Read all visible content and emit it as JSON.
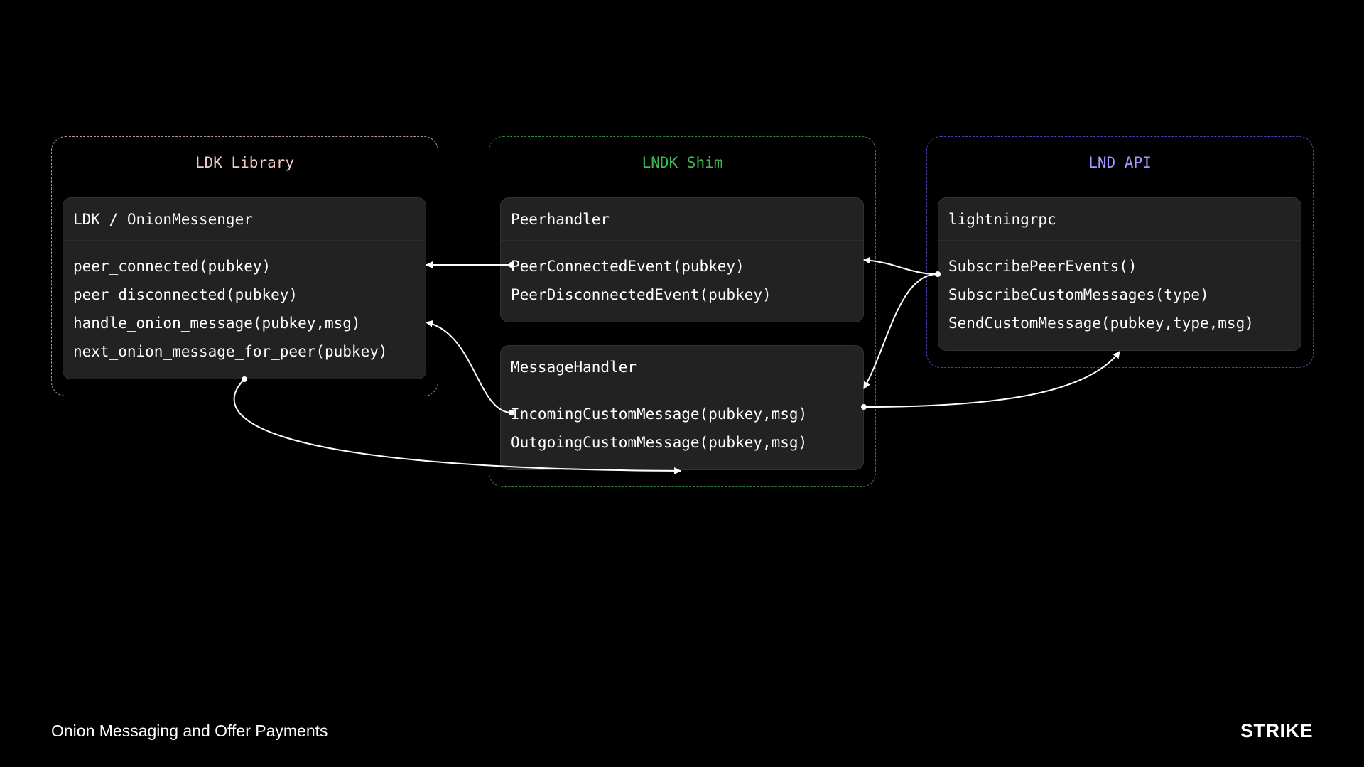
{
  "diagram": {
    "groups": {
      "ldk": {
        "title": "LDK Library",
        "border_color": "#b69a9a",
        "title_color": "#f3c9c9",
        "card": {
          "title": "LDK / OnionMessenger",
          "methods": [
            "peer_connected(pubkey)",
            "peer_disconnected(pubkey)",
            "handle_onion_message(pubkey,msg)",
            "next_onion_message_for_peer(pubkey)"
          ]
        }
      },
      "lndk": {
        "title": "LNDK Shim",
        "border_color": "#2f8a3f",
        "title_color": "#3fbb55",
        "peerhandler": {
          "title": "Peerhandler",
          "methods": [
            "PeerConnectedEvent(pubkey)",
            "PeerDisconnectedEvent(pubkey)"
          ]
        },
        "messagehandler": {
          "title": "MessageHandler",
          "methods": [
            "IncomingCustomMessage(pubkey,msg)",
            "OutgoingCustomMessage(pubkey,msg)"
          ]
        }
      },
      "lnd": {
        "title": "LND API",
        "border_color": "#4a43b8",
        "title_color": "#a39cff",
        "card": {
          "title": "lightningrpc",
          "methods": [
            "SubscribePeerEvents()",
            "SubscribeCustomMessages(type)",
            "SendCustomMessage(pubkey,type,msg)"
          ]
        }
      }
    },
    "connections": [
      {
        "from": "PeerConnectedEvent(pubkey)",
        "to": "LDK / OnionMessenger"
      },
      {
        "from": "IncomingCustomMessage(pubkey,msg)",
        "to": "handle_onion_message(pubkey,msg)"
      },
      {
        "from": "next_onion_message_for_peer(pubkey)",
        "to": "MessageHandler"
      },
      {
        "from": "lightningrpc",
        "to": "Peerhandler"
      },
      {
        "from": "lightningrpc",
        "to": "MessageHandler"
      },
      {
        "from": "MessageHandler",
        "to": "lightningrpc"
      }
    ]
  },
  "footer": {
    "title": "Onion Messaging and Offer Payments",
    "brand": "STRIKE"
  }
}
